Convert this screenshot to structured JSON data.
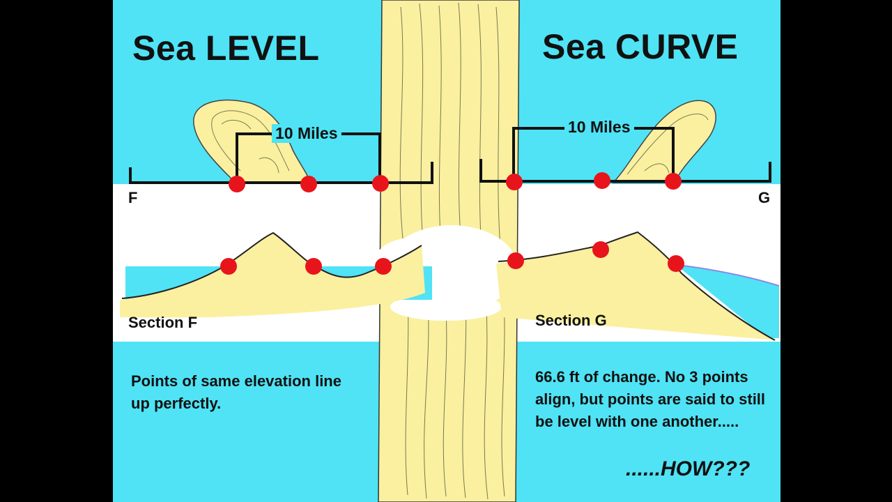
{
  "left_panel": {
    "title": "Sea LEVEL",
    "distance_label": "10 Miles",
    "edge_label": "F",
    "section_label": "Section F",
    "note": "Points of same elevation line up perfectly."
  },
  "right_panel": {
    "title": "Sea CURVE",
    "distance_label": "10 Miles",
    "edge_label": "G",
    "section_label": "Section G",
    "note": "66.6 ft of change. No 3 points align, but points are said to still be level with one another.....",
    "question": "......HOW???"
  },
  "colors": {
    "sea": "#4fe3f5",
    "land": "#faf0a0",
    "point": "#e8141c",
    "outline": "#111111",
    "band": "#ffffff",
    "frame": "#000000"
  }
}
